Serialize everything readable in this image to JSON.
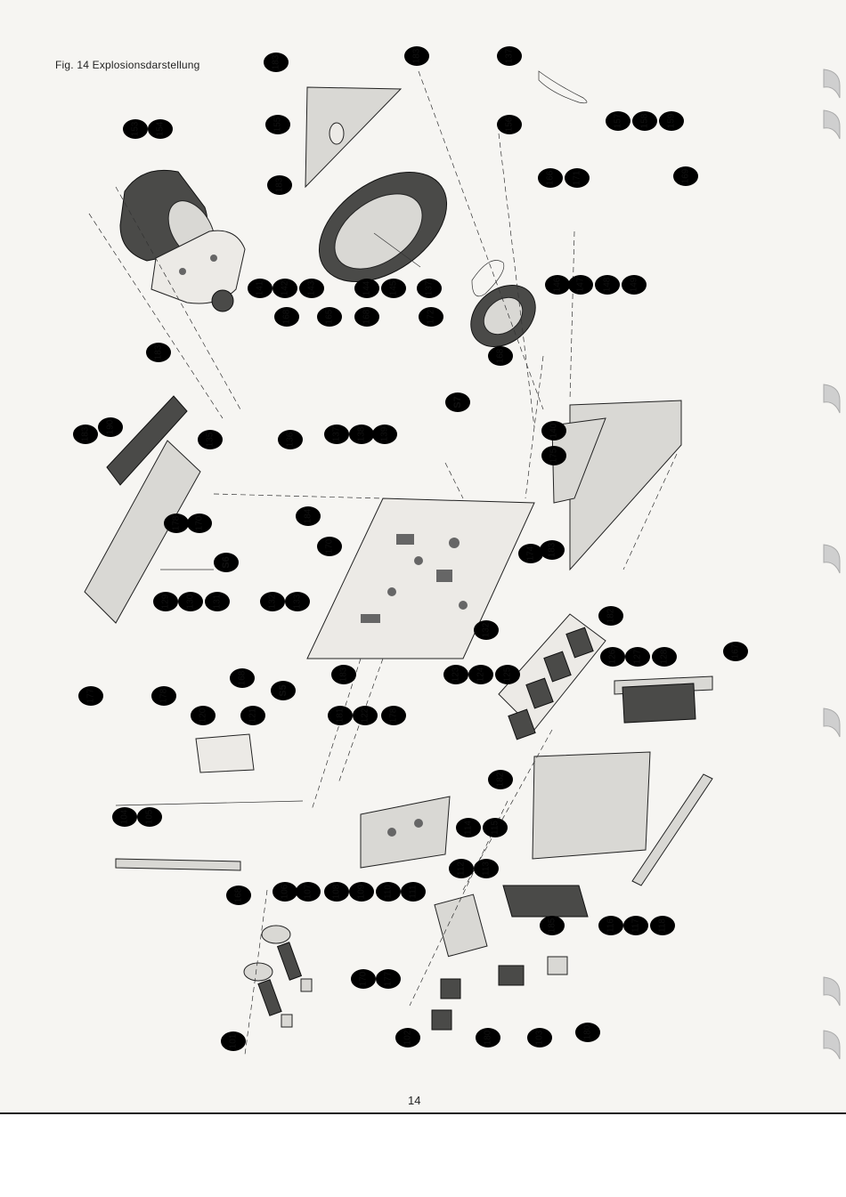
{
  "figure": {
    "caption": "Fig. 14 Explosionsdarstellung",
    "page_number": "14"
  },
  "callouts": [
    "183",
    "183",
    "137",
    "153",
    "154",
    "155",
    "183",
    "156",
    "157",
    "158",
    "159",
    "166",
    "171",
    "169",
    "141",
    "142",
    "143",
    "144",
    "145",
    "137",
    "146",
    "147",
    "148",
    "149",
    "168",
    "165",
    "168",
    "172",
    "168",
    "S7",
    "183",
    "190",
    "183",
    "135",
    "136",
    "137",
    "138",
    "139",
    "140",
    "175",
    "184",
    "170",
    "178",
    "170",
    "S6",
    "174",
    "183",
    "129",
    "130",
    "131",
    "132",
    "133",
    "182",
    "168",
    "183",
    "132",
    "126",
    "127",
    "128",
    "167",
    "177",
    "178",
    "120",
    "121",
    "S5",
    "181",
    "122",
    "178",
    "123",
    "124",
    "125",
    "182",
    "104",
    "105",
    "106",
    "107",
    "108",
    "109",
    "110",
    "111",
    "112",
    "113",
    "114",
    "115",
    "168",
    "101",
    "170",
    "177",
    "102",
    "180",
    "103",
    "180",
    "185",
    "116",
    "117",
    "118"
  ]
}
